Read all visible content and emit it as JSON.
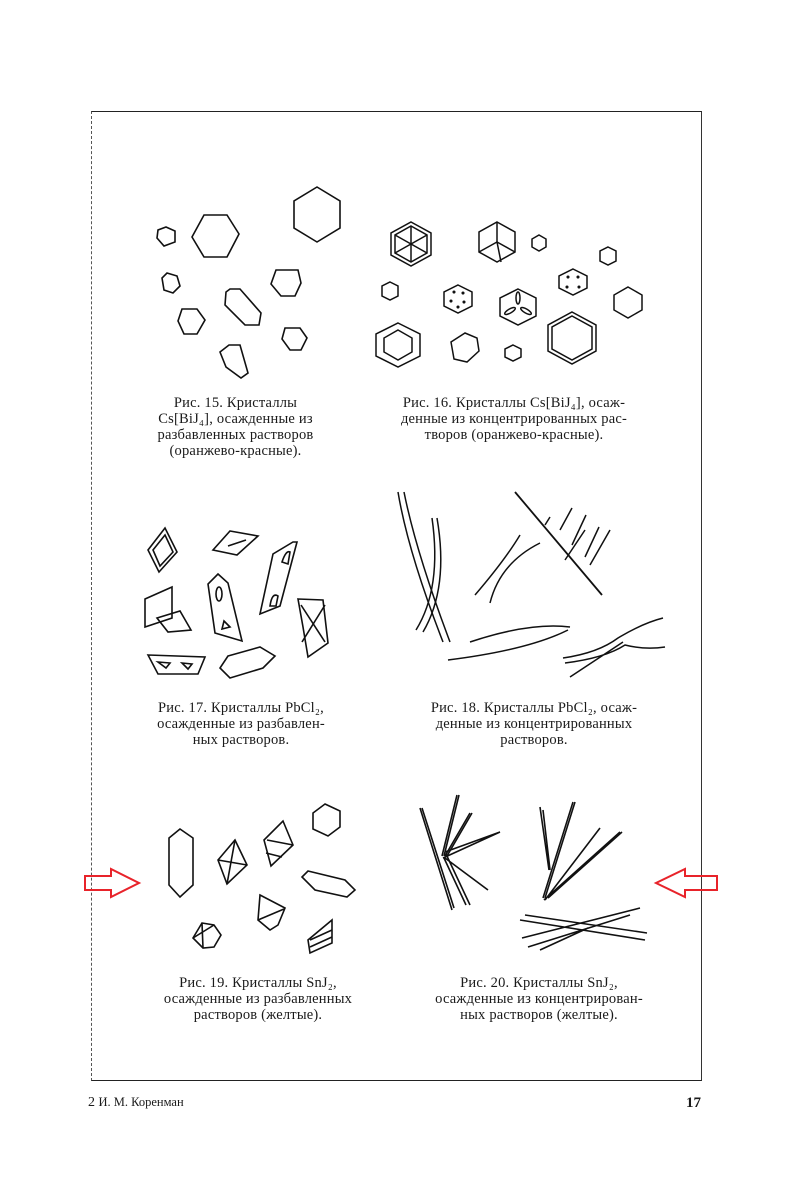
{
  "page": {
    "number": "17",
    "signature": "2",
    "author": "И. М. Коренман"
  },
  "figures": [
    {
      "id": "fig15",
      "caption_lines": [
        "Рис. 15. Кристаллы",
        "Cs[BiJ₄], осажденные из",
        "разбавленных растворов",
        "(оранжево-красные)."
      ]
    },
    {
      "id": "fig16",
      "caption_lines": [
        "Рис. 16. Кристаллы Cs[BiJ₄], осаж-",
        "денные из концентрированных рас-",
        "творов (оранжево-красные)."
      ]
    },
    {
      "id": "fig17",
      "caption_lines": [
        "Рис. 17. Кристаллы PbCl₂,",
        "осажденные из разбавлен-",
        "ных растворов."
      ]
    },
    {
      "id": "fig18",
      "caption_lines": [
        "Рис. 18. Кристаллы PbCl₂, осаж-",
        "денные из концентрированных",
        "растворов."
      ]
    },
    {
      "id": "fig19",
      "caption_lines": [
        "Рис. 19. Кристаллы SnJ₂,",
        "осажденные из разбавленных",
        "растворов (желтые)."
      ]
    },
    {
      "id": "fig20",
      "caption_lines": [
        "Рис. 20. Кристаллы SnJ₂,",
        "осажденные из концентрирован-",
        "ных растворов (желтые)."
      ]
    }
  ],
  "annotations": {
    "arrow_color": "#e8232a",
    "left_arrow_direction": "right",
    "right_arrow_direction": "left"
  }
}
